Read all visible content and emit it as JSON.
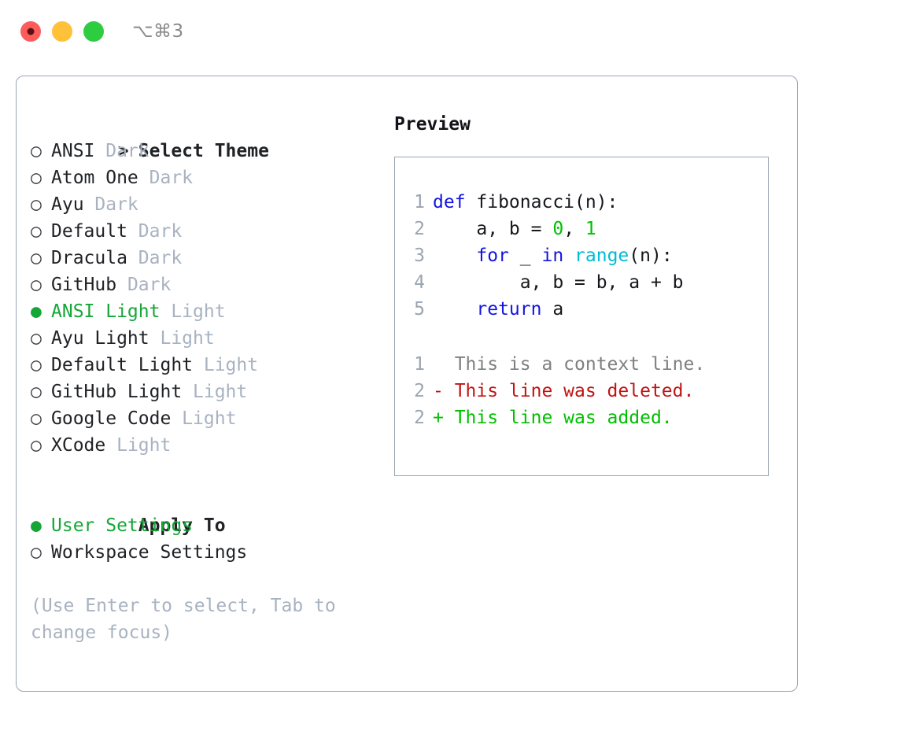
{
  "titlebar": {
    "lights": [
      {
        "name": "close-button",
        "color": "#fc5c5c"
      },
      {
        "name": "minimize-button",
        "color": "#ffc03a"
      },
      {
        "name": "maximize-button",
        "color": "#2ecc40"
      }
    ],
    "shortcut": "⌥⌘3"
  },
  "theme_picker": {
    "header": {
      "marker": ">",
      "label": "Select Theme"
    },
    "items": [
      {
        "marker": "○",
        "label": "ANSI",
        "variant": "Dark",
        "selected": false
      },
      {
        "marker": "○",
        "label": "Atom One",
        "variant": "Dark",
        "selected": false
      },
      {
        "marker": "○",
        "label": "Ayu",
        "variant": "Dark",
        "selected": false
      },
      {
        "marker": "○",
        "label": "Default",
        "variant": "Dark",
        "selected": false
      },
      {
        "marker": "○",
        "label": "Dracula",
        "variant": "Dark",
        "selected": false
      },
      {
        "marker": "○",
        "label": "GitHub",
        "variant": "Dark",
        "selected": false
      },
      {
        "marker": "●",
        "label": "ANSI Light",
        "variant": "Light",
        "selected": true
      },
      {
        "marker": "○",
        "label": "Ayu Light",
        "variant": "Light",
        "selected": false
      },
      {
        "marker": "○",
        "label": "Default Light",
        "variant": "Light",
        "selected": false
      },
      {
        "marker": "○",
        "label": "GitHub Light",
        "variant": "Light",
        "selected": false
      },
      {
        "marker": "○",
        "label": "Google Code",
        "variant": "Light",
        "selected": false
      },
      {
        "marker": "○",
        "label": "XCode",
        "variant": "Light",
        "selected": false
      }
    ]
  },
  "apply_to": {
    "header": "Apply To",
    "items": [
      {
        "marker": "●",
        "label": "User Settings",
        "selected": true
      },
      {
        "marker": "○",
        "label": "Workspace Settings",
        "selected": false
      }
    ]
  },
  "hint": "(Use Enter to select, Tab to change focus)",
  "preview": {
    "title": "Preview",
    "code_lines": [
      {
        "no": "1",
        "tokens": [
          {
            "t": "def",
            "c": "tok-kw"
          },
          {
            "t": " fibonacci(n):",
            "c": "tok-plain"
          }
        ]
      },
      {
        "no": "2",
        "tokens": [
          {
            "t": "    a, b = ",
            "c": "tok-plain"
          },
          {
            "t": "0",
            "c": "tok-num"
          },
          {
            "t": ", ",
            "c": "tok-plain"
          },
          {
            "t": "1",
            "c": "tok-num"
          }
        ]
      },
      {
        "no": "3",
        "tokens": [
          {
            "t": "    ",
            "c": "tok-plain"
          },
          {
            "t": "for",
            "c": "tok-kw"
          },
          {
            "t": " _ ",
            "c": "tok-plain"
          },
          {
            "t": "in",
            "c": "tok-kw"
          },
          {
            "t": " ",
            "c": "tok-plain"
          },
          {
            "t": "range",
            "c": "tok-builtin"
          },
          {
            "t": "(n):",
            "c": "tok-plain"
          }
        ]
      },
      {
        "no": "4",
        "tokens": [
          {
            "t": "        a, b = b, a + b",
            "c": "tok-plain"
          }
        ]
      },
      {
        "no": "5",
        "tokens": [
          {
            "t": "    ",
            "c": "tok-plain"
          },
          {
            "t": "return",
            "c": "tok-kw"
          },
          {
            "t": " a",
            "c": "tok-plain"
          }
        ]
      }
    ],
    "diff_lines": [
      {
        "no": "1",
        "text": "  This is a context line.",
        "cls": "diff-ctx"
      },
      {
        "no": "2",
        "text": "- This line was deleted.",
        "cls": "diff-del"
      },
      {
        "no": "2",
        "text": "+ This line was added.",
        "cls": "diff-add"
      }
    ]
  },
  "colors": {
    "accent_green": "#16a637",
    "muted": "#a8b2c1",
    "border": "#9aa5b1",
    "keyword_blue": "#1414e0",
    "builtin_cyan": "#00bcd4",
    "number_green": "#00c000",
    "diff_delete_red": "#c01414",
    "diff_add_green": "#00c000"
  }
}
